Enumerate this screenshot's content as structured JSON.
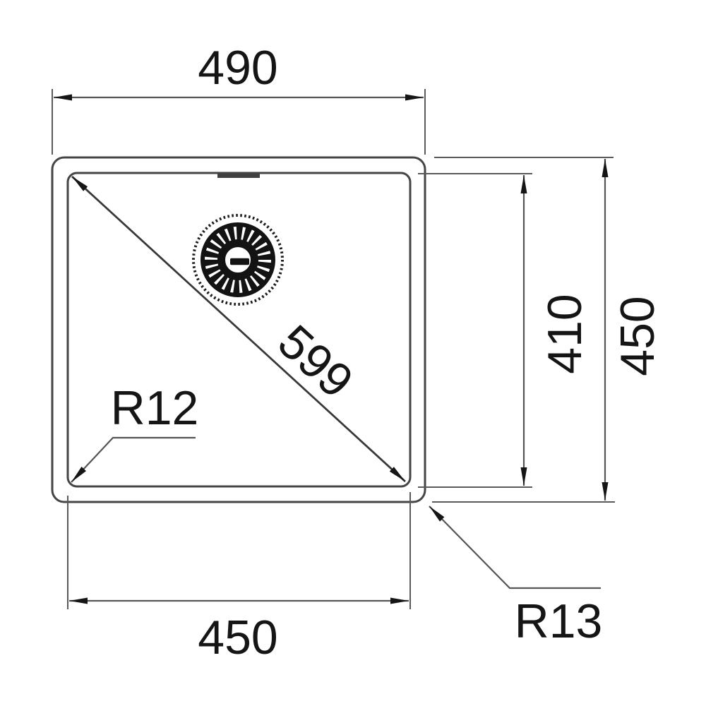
{
  "labels": {
    "outer_width": "490",
    "inner_width": "450",
    "inner_height": "410",
    "outer_height": "450",
    "diagonal": "599",
    "inner_radius": "R12",
    "outer_radius": "R13"
  },
  "colors": {
    "background": "#ffffff",
    "line": "#474747",
    "ink": "#151515"
  }
}
